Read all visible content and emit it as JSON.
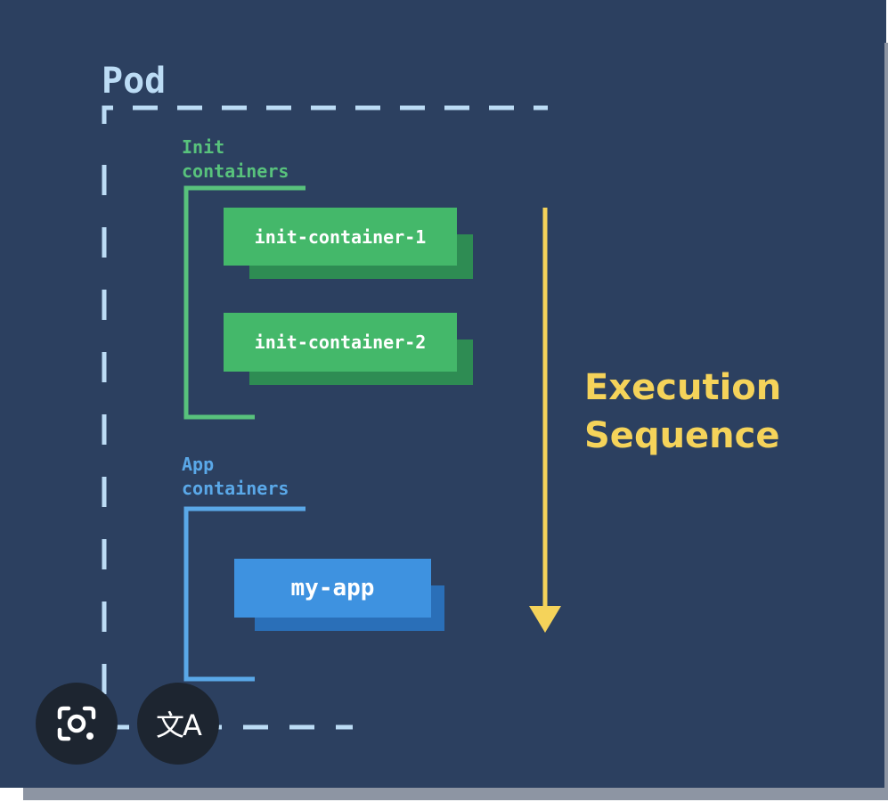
{
  "diagram": {
    "pod_label": "Pod",
    "init_group_label": "Init\ncontainers",
    "init_containers": [
      "init-container-1",
      "init-container-2"
    ],
    "app_group_label": "App\ncontainers",
    "app_containers": [
      "my-app"
    ],
    "sequence_label": "Execution\nSequence"
  },
  "colors": {
    "background": "#2c4060",
    "pod": "#bcdcf5",
    "init": "#44b86a",
    "app": "#3e92e0",
    "sequence": "#f5d35a"
  },
  "overlay": {
    "lens_icon": "lens-camera-icon",
    "translate_icon": "translate-icon",
    "translate_glyph": "文A"
  }
}
